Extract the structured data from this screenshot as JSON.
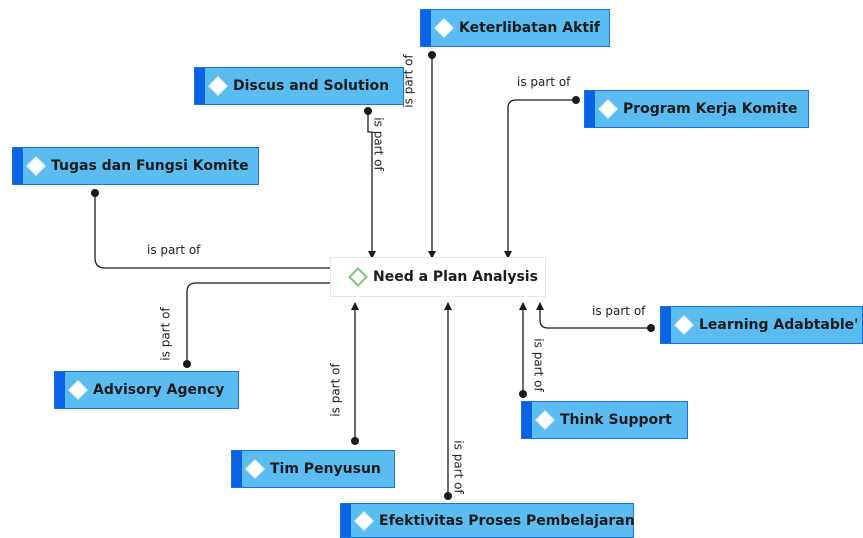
{
  "center": {
    "label": "Need a Plan Analysis",
    "icon": "concept-diamond-icon"
  },
  "relation_label": "is part of",
  "nodes": [
    {
      "id": "keterlibatan",
      "label": "Keterlibatan Aktif",
      "icon": "concept-diamond-icon"
    },
    {
      "id": "discus",
      "label": "Discus and Solution",
      "icon": "concept-diamond-icon"
    },
    {
      "id": "program",
      "label": "Program Kerja Komite",
      "icon": "concept-diamond-icon"
    },
    {
      "id": "tugas",
      "label": "Tugas dan Fungsi Komite",
      "icon": "concept-diamond-icon"
    },
    {
      "id": "learning",
      "label": "Learning Adabtable'",
      "icon": "concept-diamond-icon"
    },
    {
      "id": "advisory",
      "label": "Advisory Agency",
      "icon": "concept-diamond-icon"
    },
    {
      "id": "think",
      "label": "Think Support",
      "icon": "concept-diamond-icon"
    },
    {
      "id": "tim",
      "label": "Tim Penyusun",
      "icon": "concept-diamond-icon"
    },
    {
      "id": "efektivitas",
      "label": "Efektivitas Proses Pembelajaran",
      "icon": "concept-diamond-icon"
    }
  ],
  "colors": {
    "node_fill": "#5bbcf2",
    "node_border": "#1a73d9",
    "node_stripe": "#0a63e6",
    "center_fill": "#ffffff",
    "center_diamond": "#7cc576",
    "connector": "#1b1b1b"
  }
}
